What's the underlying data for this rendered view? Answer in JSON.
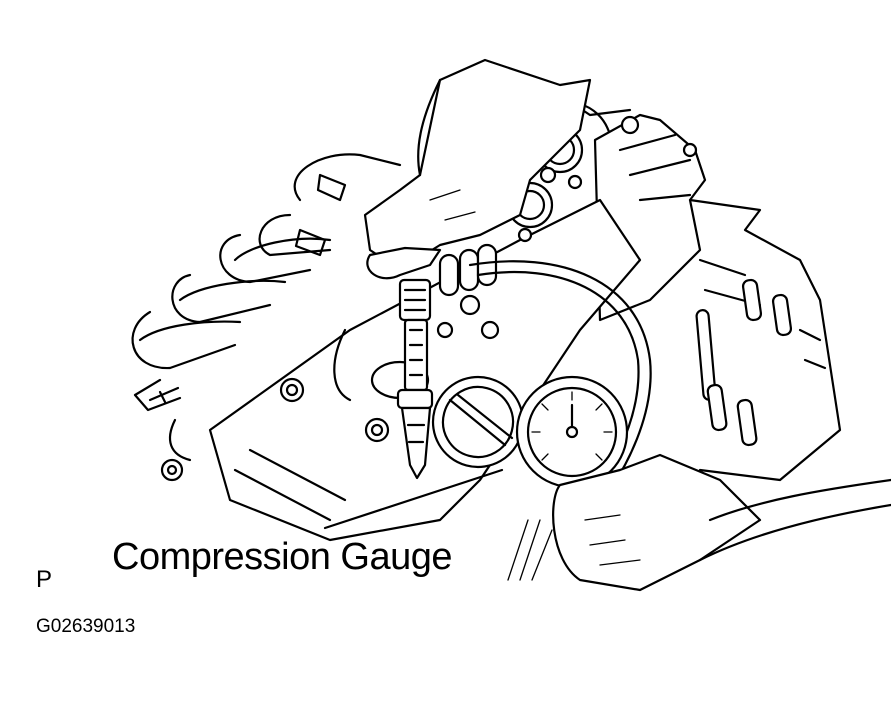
{
  "figure": {
    "callout_label": "Compression Gauge",
    "view_code": "P",
    "figure_id": "G02639013"
  },
  "colors": {
    "line": "#000000",
    "background": "#ffffff"
  }
}
